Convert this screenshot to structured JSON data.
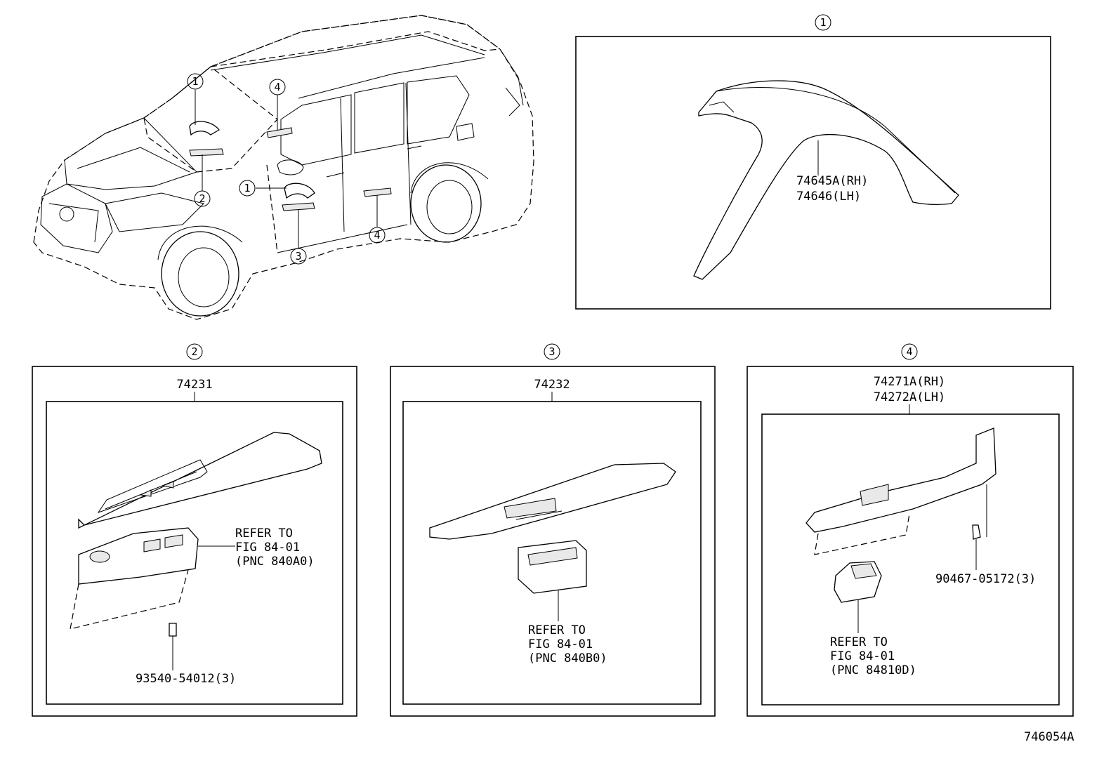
{
  "figure_id": "746054A",
  "callouts": [
    "1",
    "2",
    "3",
    "4"
  ],
  "panel1": {
    "callout": "1",
    "parts": [
      "74645A(RH)",
      "74646(LH)"
    ]
  },
  "panel2": {
    "callout": "2",
    "part": "74231",
    "refer": [
      "REFER TO",
      "FIG 84-01",
      "(PNC 840A0)"
    ],
    "fastener": "93540-54012(3)"
  },
  "panel3": {
    "callout": "3",
    "part": "74232",
    "refer": [
      "REFER TO",
      "FIG 84-01",
      "(PNC 840B0)"
    ]
  },
  "panel4": {
    "callout": "4",
    "parts": [
      "74271A(RH)",
      "74272A(LH)"
    ],
    "refer": [
      "REFER TO",
      "FIG 84-01",
      "(PNC 84810D)"
    ],
    "fastener": "90467-05172(3)"
  }
}
